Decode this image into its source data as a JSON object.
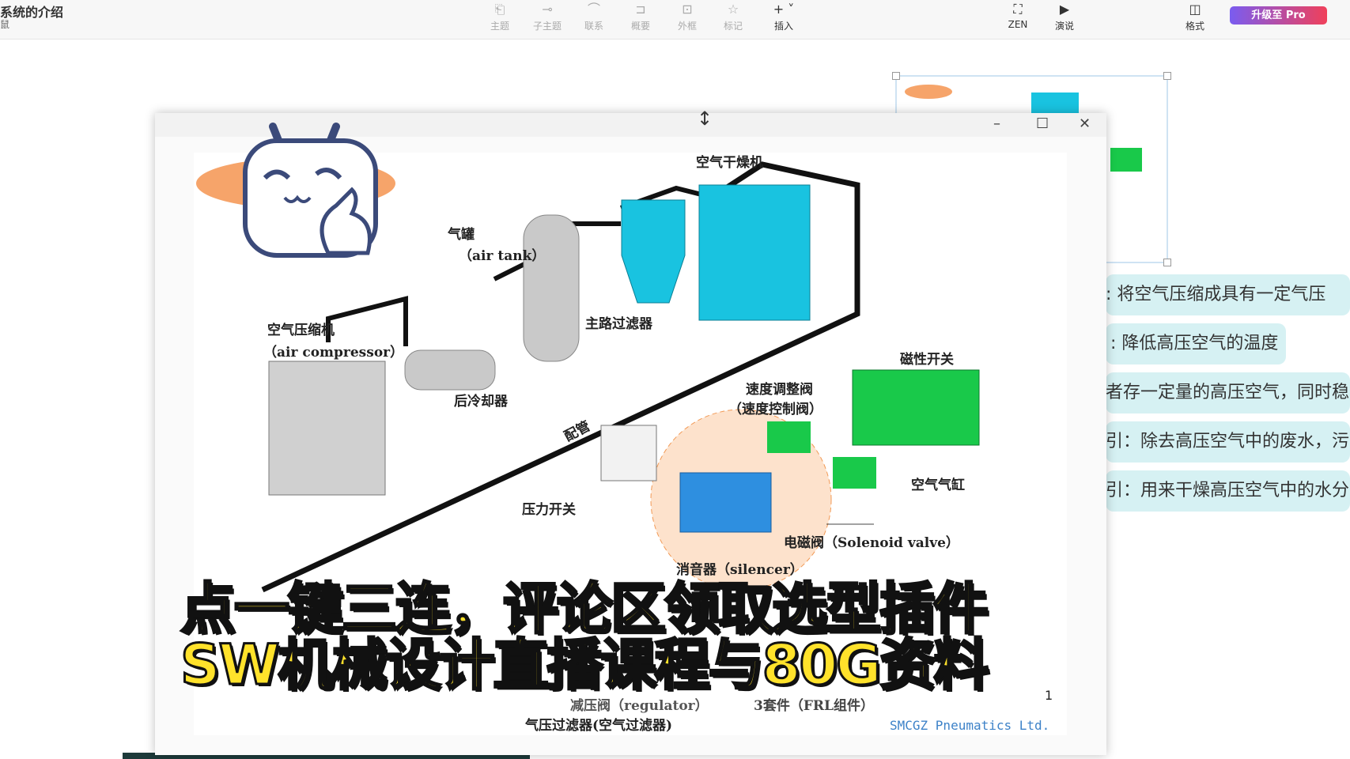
{
  "header": {
    "title": "系统的介绍",
    "subtitle": "鼠"
  },
  "toolbar": {
    "items": [
      {
        "label": "主题",
        "icon": "topic-icon"
      },
      {
        "label": "子主题",
        "icon": "subtopic-icon"
      },
      {
        "label": "联系",
        "icon": "relation-icon"
      },
      {
        "label": "概要",
        "icon": "summary-icon"
      },
      {
        "label": "外框",
        "icon": "boundary-icon"
      },
      {
        "label": "标记",
        "icon": "star-icon"
      },
      {
        "label": "插入",
        "icon": "plus-icon"
      }
    ],
    "zen": "ZEN",
    "present": "演说",
    "format": "格式",
    "upgrade": "升级至 Pro"
  },
  "nodes": [
    ":  将空气压缩成具有一定气压",
    ": 降低高压空气的温度",
    "者存一定量的高压空气，同时稳",
    "引：除去高压空气中的废水，污",
    "引：用来干燥高压空气中的水分"
  ],
  "diagram": {
    "dryer": "空气干燥机",
    "tank": "气罐",
    "tank_en": "（air tank）",
    "main_filter": "主路过滤器",
    "compressor": "空气压缩机",
    "compressor_en": "（air compressor）",
    "aftercooler": "后冷却器",
    "piping": "配管",
    "magnetic_switch": "磁性开关",
    "speed_valve": "速度调整阀",
    "speed_valve2": "（速度控制阀）",
    "cylinder": "空气气缸",
    "pressure_switch": "压力开关",
    "solenoid": "电磁阀（Solenoid valve）",
    "silencer": "消音器（silencer）",
    "regulator": "减压阀（regulator）",
    "frl": "3套件（FRL组件）",
    "air_filter": "气压过滤器(空气过滤器)",
    "page": "1",
    "company": "SMCGZ  Pneumatics  Ltd."
  },
  "captions": {
    "line1": "点一键三连，评论区领取选型插件",
    "line2": "SW机械设计直播课程与80G资料"
  },
  "colors": {
    "node": "#d6f1f3",
    "caption": "#ffe22b",
    "cyan": "#19c3e0",
    "green": "#19c94a"
  }
}
